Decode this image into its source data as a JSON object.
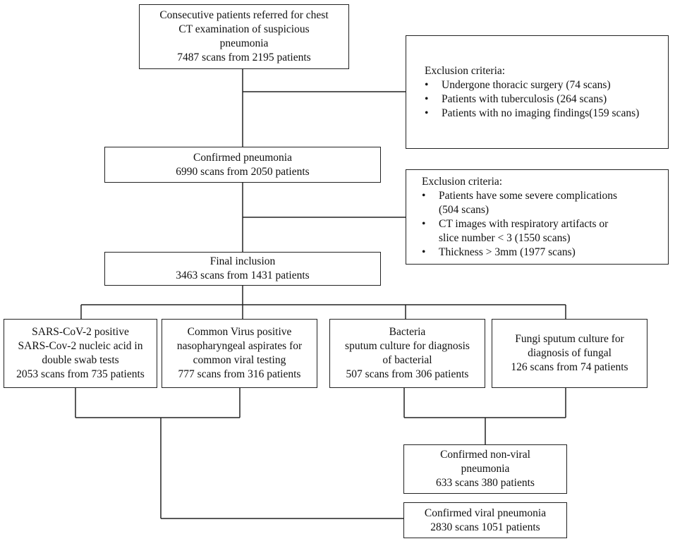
{
  "boxes": {
    "referred": {
      "lines": [
        "Consecutive patients referred for chest",
        "CT examination of suspicious",
        "pneumonia",
        "7487 scans from 2195 patients"
      ]
    },
    "exclusion1": {
      "heading": "Exclusion criteria:",
      "items": [
        [
          "Undergone thoracic surgery (74 scans)"
        ],
        [
          "Patients with tuberculosis  (264 scans)"
        ],
        [
          "Patients with no imaging findings(159 scans)"
        ]
      ]
    },
    "confirmed": {
      "lines": [
        "Confirmed pneumonia",
        "6990 scans from 2050 patients"
      ]
    },
    "exclusion2": {
      "heading": "Exclusion criteria:",
      "items": [
        [
          "Patients have some severe complications",
          "(504 scans)"
        ],
        [
          "CT images with respiratory artifacts  or",
          "slice number < 3 (1550 scans)"
        ],
        [
          "Thickness > 3mm (1977 scans)"
        ]
      ]
    },
    "final": {
      "lines": [
        "Final inclusion",
        "3463 scans from 1431 patients"
      ]
    },
    "sars": {
      "lines": [
        "SARS-CoV-2 positive",
        "SARS-Cov-2 nucleic acid in",
        "double swab tests",
        "2053 scans from 735 patients"
      ]
    },
    "common_virus": {
      "lines": [
        "Common Virus positive",
        "nasopharyngeal aspirates for",
        "common viral testing",
        "777 scans from 316 patients"
      ]
    },
    "bacteria": {
      "lines": [
        "Bacteria",
        "sputum culture for diagnosis",
        "of bacterial",
        "507 scans from 306 patients"
      ]
    },
    "fungi": {
      "lines": [
        "Fungi sputum culture for",
        "diagnosis of fungal",
        "126 scans from 74 patients"
      ]
    },
    "non_viral": {
      "lines": [
        "Confirmed non-viral",
        "pneumonia",
        "633 scans 380 patients"
      ]
    },
    "viral": {
      "lines": [
        "Confirmed viral pneumonia",
        "2830 scans 1051 patients"
      ]
    }
  },
  "bullet_glyph": "•",
  "colors": {
    "line": "#222222",
    "text": "#111111",
    "background": "#ffffff"
  }
}
